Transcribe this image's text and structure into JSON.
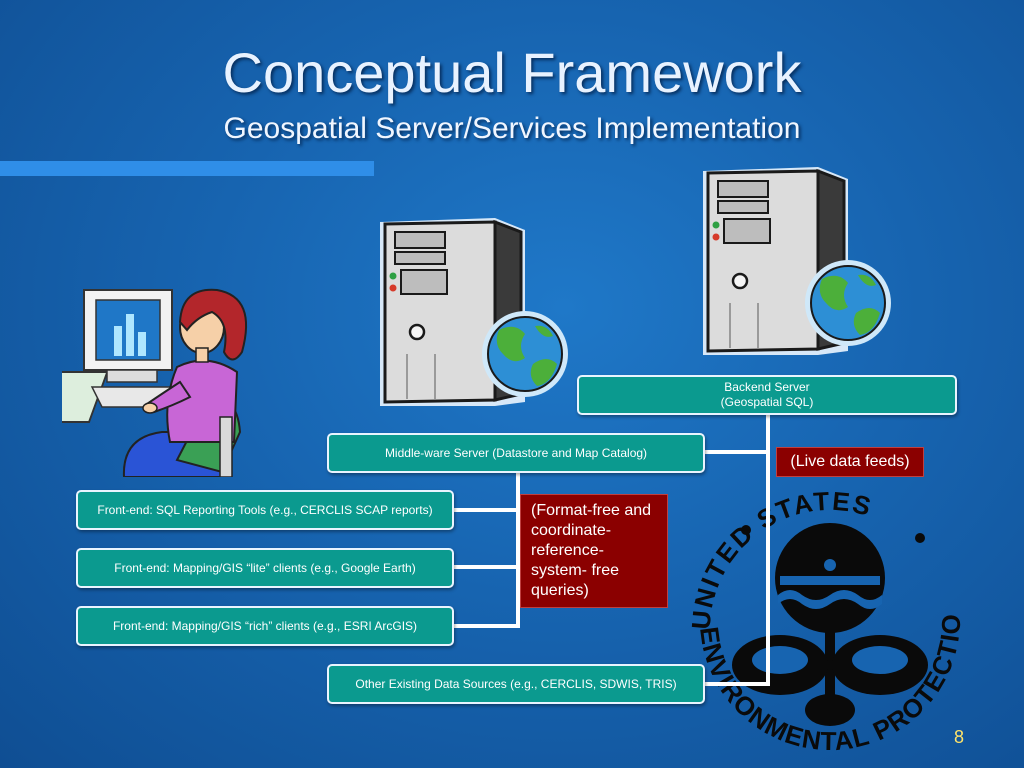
{
  "slide": {
    "title": "Conceptual Framework",
    "subtitle": "Geospatial Server/Services Implementation",
    "page_number": "8"
  },
  "boxes": {
    "backend": {
      "line1": "Backend Server",
      "line2": "(Geospatial SQL)"
    },
    "middleware": "Middle-ware Server (Datastore and Map Catalog)",
    "frontend_sql": "Front-end:  SQL Reporting Tools (e.g., CERCLIS SCAP reports)",
    "frontend_lite": "Front-end:  Mapping/GIS “lite” clients (e.g., Google Earth)",
    "frontend_rich": "Front-end:  Mapping/GIS “rich” clients (e.g., ESRI ArcGIS)",
    "other_sources": "Other Existing Data Sources (e.g., CERCLIS, SDWIS, TRIS)"
  },
  "notes": {
    "live_feeds": "(Live data feeds)",
    "format_free": "(Format-free and coordinate-reference-system- free queries)"
  },
  "seal": {
    "text": "UNITED STATES ENVIRONMENTAL PROTECTION AGENCY"
  },
  "colors": {
    "background": "#1764b0",
    "box_fill": "#0b9a8f",
    "note_fill": "#8b0000",
    "page_number": "#ffe36a"
  },
  "icons": [
    "person-at-computer-icon",
    "server-globe-icon",
    "epa-seal-icon"
  ]
}
